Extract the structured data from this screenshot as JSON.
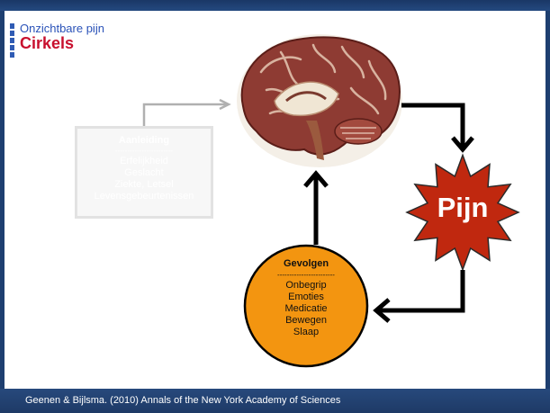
{
  "header": {
    "subtitle": "Onzichtbare pijn",
    "title": "Cirkels"
  },
  "cause_box": {
    "heading": "Aanleiding",
    "separator": "------------------------",
    "items": [
      "Erfelijkheid",
      "Geslacht",
      "Ziekte, Letsel",
      "Levensgebeurtenissen"
    ]
  },
  "pain": {
    "label": "Pijn"
  },
  "effects": {
    "heading": "Gevolgen",
    "separator": "------------------------",
    "items": [
      "Onbegrip",
      "Emoties",
      "Medicatie",
      "Bewegen",
      "Slaap"
    ]
  },
  "footer": {
    "citation": "Geenen & Bijlsma. (2010) Annals of the New York Academy of Sciences"
  },
  "colors": {
    "title_red": "#c8102e",
    "subtitle_blue": "#2a52b8",
    "pain_star": "#c0280f",
    "effects_circle": "#f39510",
    "frame_blue": "#1e3f70"
  },
  "icons": {
    "brain": "brain-illustration"
  }
}
